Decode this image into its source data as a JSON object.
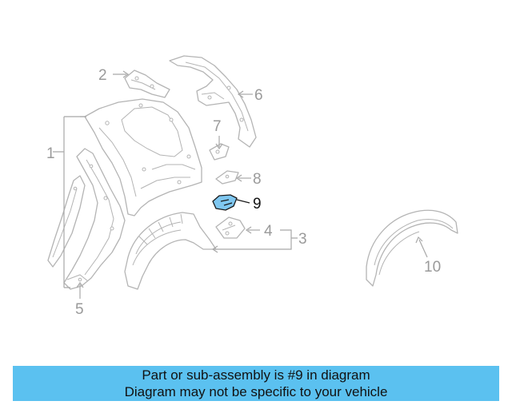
{
  "diagram": {
    "callouts": [
      "1",
      "2",
      "3",
      "4",
      "5",
      "6",
      "7",
      "8",
      "9",
      "10"
    ],
    "highlighted_part": "9",
    "colors": {
      "highlight": "#7fc7f0",
      "line": "#b4b4b4",
      "banner": "#5bc1f0"
    }
  },
  "banner": {
    "line1": "Part or sub-assembly is #9 in diagram",
    "line2": "Diagram may not be specific to your vehicle"
  }
}
